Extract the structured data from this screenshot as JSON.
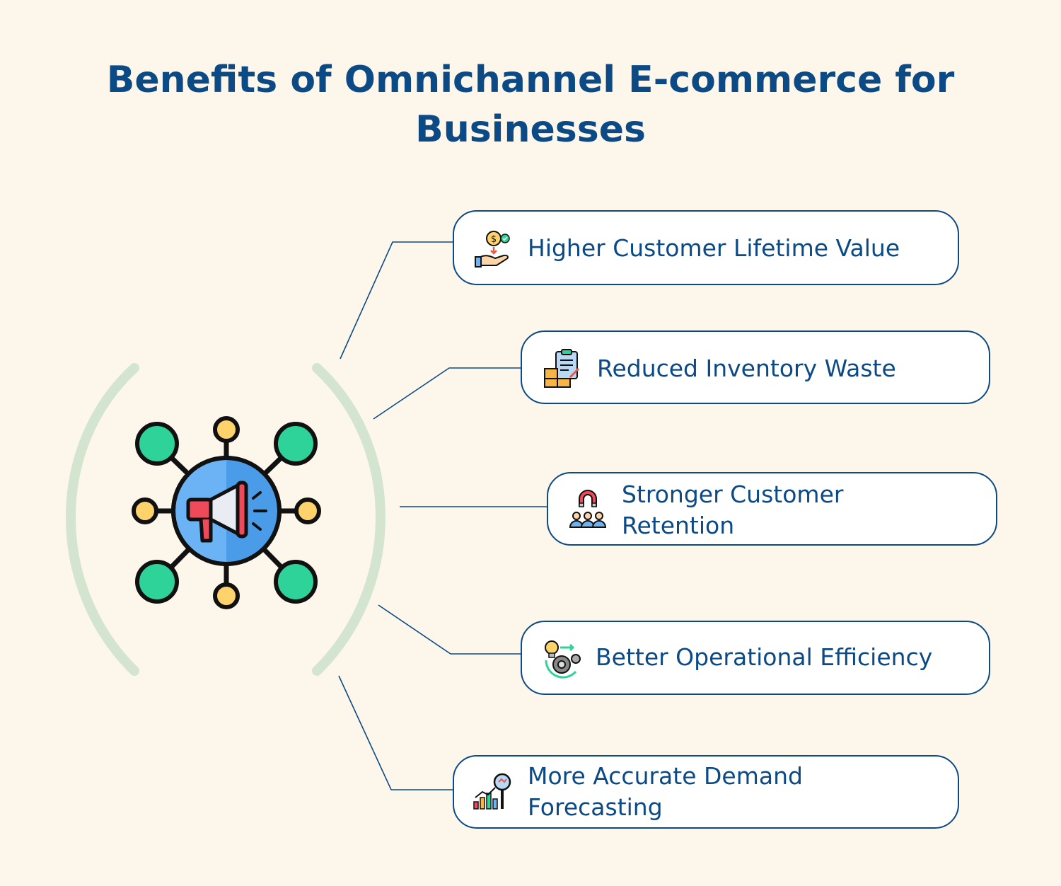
{
  "title": {
    "line1": "Benefits of Omnichannel E-commerce for",
    "line2": "Businesses"
  },
  "hub": {
    "icon": "megaphone-network-icon"
  },
  "colors": {
    "background": "#fdf6ea",
    "text": "#0c4a86",
    "border": "#0c4a86",
    "bracket": "#d3e5cf",
    "node_green": "#2ed39a",
    "node_yellow": "#ffd36b",
    "hub_blue": "#6cb3f5"
  },
  "benefits": [
    {
      "label": "Higher Customer Lifetime Value",
      "icon": "money-hand-icon"
    },
    {
      "label": "Reduced Inventory Waste",
      "icon": "inventory-clipboard-icon"
    },
    {
      "label_line1": "Stronger Customer",
      "label_line2": "Retention",
      "icon": "magnet-customers-icon"
    },
    {
      "label": "Better Operational Efficiency",
      "icon": "gear-idea-icon"
    },
    {
      "label_line1": "More Accurate Demand",
      "label_line2": "Forecasting",
      "icon": "chart-magnifier-icon"
    }
  ]
}
